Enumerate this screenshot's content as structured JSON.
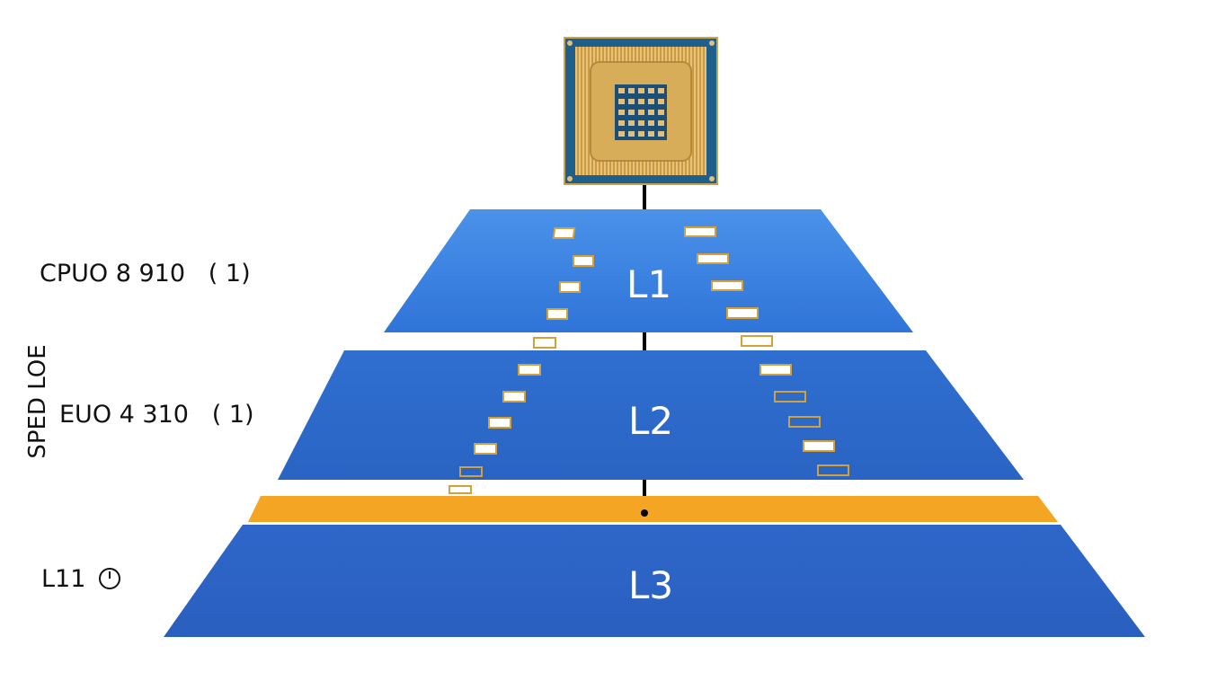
{
  "diagram": {
    "axis_label": "SPED LOE",
    "side_labels": {
      "row1": "CPUO 8 910   ( 1)",
      "row2": "EUO 4 310   ( 1)",
      "row3": "L11"
    },
    "layers": [
      {
        "label": "L1"
      },
      {
        "label": "L2"
      },
      {
        "label": "L3"
      }
    ],
    "icons": {
      "chip": "cpu-chip-icon",
      "clock": "clock-icon"
    },
    "colors": {
      "layer_blue": "#2f73d6",
      "layer_blue_light": "#4a90e8",
      "band_orange": "#f5a524",
      "chip_gold": "#d4a24a",
      "chip_substrate": "#1f5f8b",
      "connector": "#000000"
    }
  }
}
